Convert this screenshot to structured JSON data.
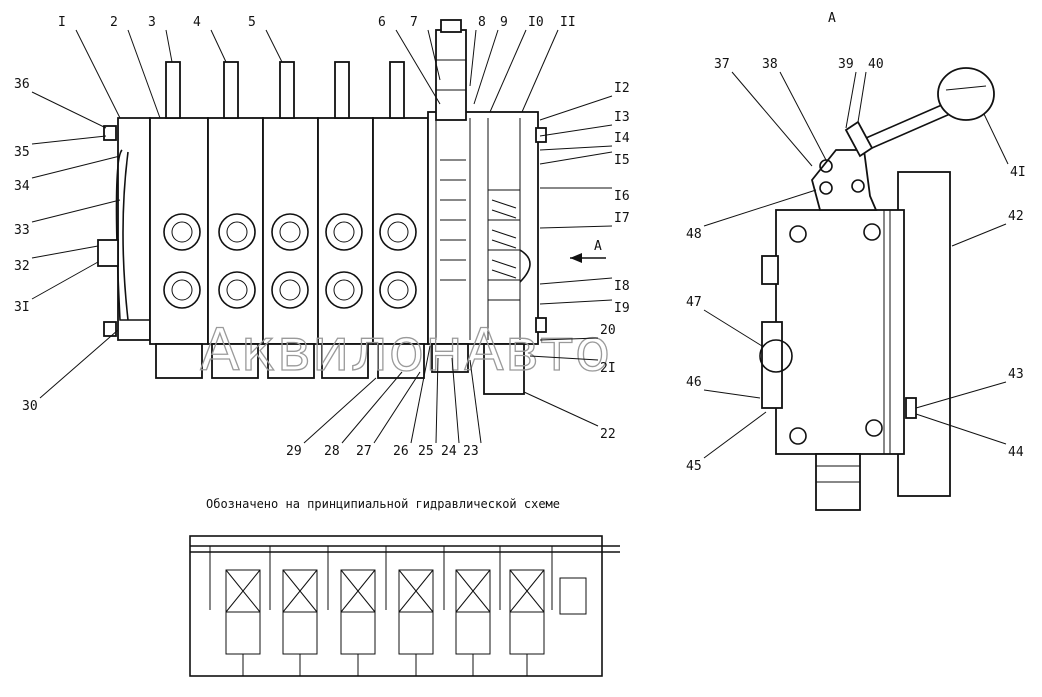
{
  "view_label": "A",
  "arrow_label": "A",
  "caption": "Обозначено на принципиальной гидравлической схеме",
  "watermark": "АквилонАвто",
  "callouts": [
    "I",
    "2",
    "3",
    "4",
    "5",
    "6",
    "7",
    "8",
    "9",
    "I0",
    "II",
    "I2",
    "I3",
    "I4",
    "I5",
    "I6",
    "I7",
    "I8",
    "I9",
    "20",
    "2I",
    "22",
    "23",
    "24",
    "25",
    "26",
    "27",
    "28",
    "29",
    "30",
    "3I",
    "32",
    "33",
    "34",
    "35",
    "36",
    "37",
    "38",
    "39",
    "40",
    "4I",
    "42",
    "43",
    "44",
    "45",
    "46",
    "47",
    "48"
  ]
}
